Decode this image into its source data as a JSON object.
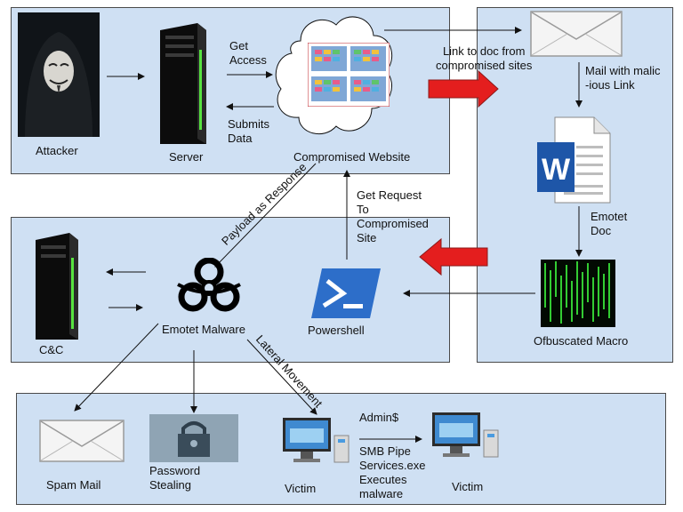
{
  "top_left": {
    "attacker_label": "Attacker",
    "server_label": "Server",
    "get_access_label": "Get\nAccess",
    "submits_data_label": "Submits\nData",
    "website_label": "Compromised Website"
  },
  "right_column": {
    "link_label": "Link to doc from\ncompromised sites",
    "mail_label": "Mail with malic\n-ious Link",
    "doc_label": "Emotet\nDoc",
    "macro_label": "Ofbuscated Macro"
  },
  "middle": {
    "cc_label": "C&C",
    "malware_label": "Emotet Malware",
    "powershell_label": "Powershell",
    "payload_label": "Payload as Response",
    "get_request_label": "Get Request\nTo\nCompromised\nSite",
    "lateral_label": "Lateral Movement"
  },
  "bottom": {
    "spam_label": "Spam Mail",
    "password_label": "Password\nStealing",
    "victim1_label": "Victim",
    "admin_label": "Admin$",
    "smb_label": "SMB Pipe\nServices.exe\nExecutes\nmalware",
    "victim2_label": "Victim"
  },
  "colors": {
    "panel": "#cfe0f3",
    "red_arrow": "#e41e1e",
    "powershell": "#2d6ec9"
  }
}
